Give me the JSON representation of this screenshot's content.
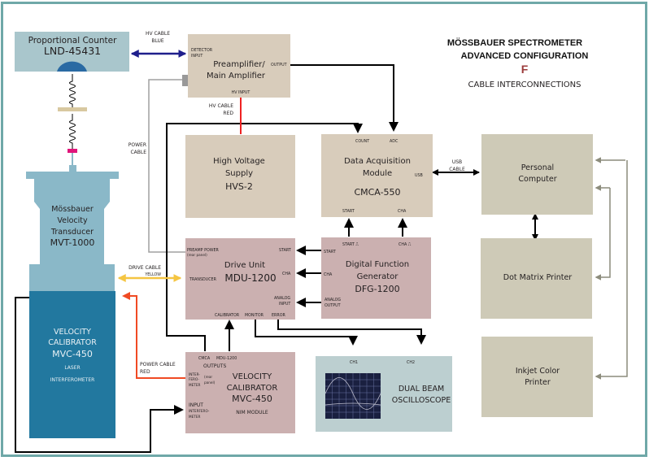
{
  "title": {
    "line1": "MÖSSBAUER SPECTROMETER",
    "line2": "ADVANCED CONFIGURATION",
    "config_letter": "F",
    "subtitle": "CABLE INTERCONNECTIONS"
  },
  "colors": {
    "frame": "#6fa8a8",
    "counter_box": "#a9c6cc",
    "counter_window": "#2a6aa3",
    "transducer": "#8ab8c8",
    "calibrator_laser": "#22789f",
    "beige_box": "#d8ccbb",
    "mauve_box": "#cbb0b0",
    "pc_box": "#cecab7",
    "scope_box": "#bccfd0",
    "hv_cable_blue": "#1f1f8c",
    "hv_cable_red": "#ee2222",
    "drive_cable_yellow": "#f5c542",
    "power_cable_red": "#f04a23",
    "power_cable_grey": "#a0a0a0",
    "printer_cable": "#8c8c7c",
    "signal_black": "#000000",
    "config_letter": "#9b3a3a"
  },
  "components": {
    "proportional_counter": {
      "name": "Proportional Counter",
      "model": "LND-45431"
    },
    "transducer": {
      "line1": "Mössbauer",
      "line2": "Velocity",
      "line3": "Transducer",
      "model": "MVT-1000"
    },
    "laser_calibrator": {
      "line1": "VELOCITY",
      "line2": "CALIBRATOR",
      "model": "MVC-450",
      "line3": "LASER",
      "line4": "INTERFEROMETER"
    },
    "preamp": {
      "line1": "Preamplifier/",
      "line2": "Main Amplifier",
      "port_detector_1": "DETECTOR",
      "port_detector_2": "INPUT",
      "port_output": "OUTPUT",
      "port_hv": "HV INPUT"
    },
    "hv_supply": {
      "line1": "High Voltage",
      "line2": "Supply",
      "model": "HVS-2"
    },
    "data_acq": {
      "line1": "Data Acquisition",
      "line2": "Module",
      "model": "CMCA-550",
      "port_count": "COUNT",
      "port_adc": "ADC",
      "port_usb": "USB",
      "port_start": "START",
      "port_cha": "CHA"
    },
    "drive_unit": {
      "line1": "Drive Unit",
      "model": "MDU-1200",
      "port_preamp_1": "PREAMP POWER",
      "port_preamp_2": "(rear panel)",
      "port_transducer": "TRANSDUCER",
      "port_start": "START",
      "port_cha": "CHA",
      "port_analog_1": "ANALOG",
      "port_analog_2": "INPUT",
      "port_calibrator": "CALIBRATOR",
      "port_monitor": "MONITOR",
      "port_error": "ERROR"
    },
    "dfg": {
      "line1": "Digital Function",
      "line2": "Generator",
      "model": "DFG-1200",
      "port_start_out": "START ⎍",
      "port_cha_out": "CHA ⎍",
      "port_start": "START",
      "port_cha": "CHA",
      "port_analog_1": "ANALOG",
      "port_analog_2": "OUTPUT"
    },
    "nim_calibrator": {
      "line1": "VELOCITY",
      "line2": "CALIBRATOR",
      "model": "MVC-450",
      "line3": "NIM MODULE",
      "port_cmca": "CMCA",
      "port_mdu": "MDU-1200",
      "port_outputs": "OUTPUTS",
      "port_int_1": "INTER-",
      "port_int_2": "FERO-",
      "port_int_3": "METER",
      "port_rear_1": "(rear",
      "port_rear_2": "panel)",
      "port_input": "INPUT",
      "port_input_2": "INTERFERO-",
      "port_input_3": "METER"
    },
    "pc": {
      "line1": "Personal",
      "line2": "Computer"
    },
    "dot_matrix": {
      "line1": "Dot Matrix Printer"
    },
    "inkjet": {
      "line1": "Inkjet Color",
      "line2": "Printer"
    },
    "oscilloscope": {
      "line1": "DUAL BEAM",
      "line2": "OSCILLOSCOPE",
      "port_ch1": "CH1",
      "port_ch2": "CH2"
    }
  },
  "cables": {
    "hv_blue_1": "HV CABLE",
    "hv_blue_2": "BLUE",
    "hv_red_1": "HV CABLE",
    "hv_red_2": "RED",
    "power_1": "POWER",
    "power_2": "CABLE",
    "drive_1": "DRIVE CABLE",
    "drive_2": "YELLOW",
    "power_red_1": "POWER CABLE",
    "power_red_2": "RED",
    "usb_1": "USB",
    "usb_2": "CABLE"
  }
}
